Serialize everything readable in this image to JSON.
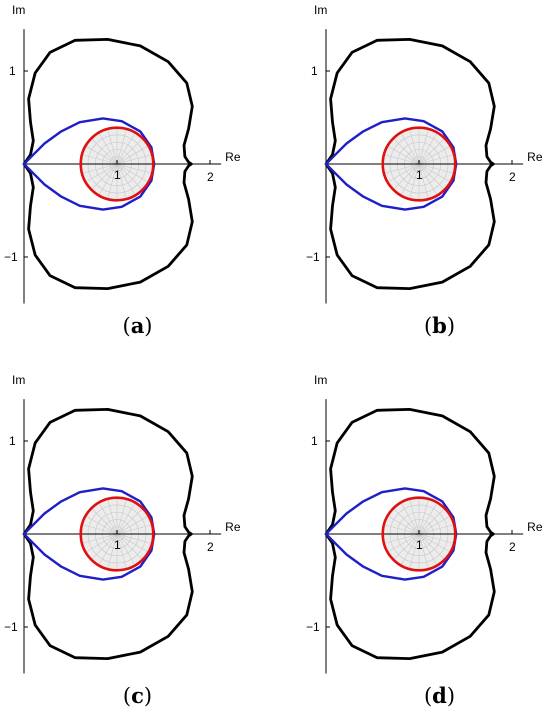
{
  "colors": {
    "outer_curve": "#000000",
    "teardrop_curve": "#1f1fc8",
    "circle_curve": "#e01010",
    "disk_fill": "#ececec",
    "disk_grid": "#c8c8c8",
    "axis": "#000000"
  },
  "axes": {
    "x_label": "Re",
    "y_label": "Im",
    "x_ticks": [
      "1",
      "2"
    ],
    "y_ticks": [
      "1",
      "−1"
    ]
  },
  "panels": [
    {
      "label": "a"
    },
    {
      "label": "b"
    },
    {
      "label": "c"
    },
    {
      "label": "d"
    }
  ]
}
